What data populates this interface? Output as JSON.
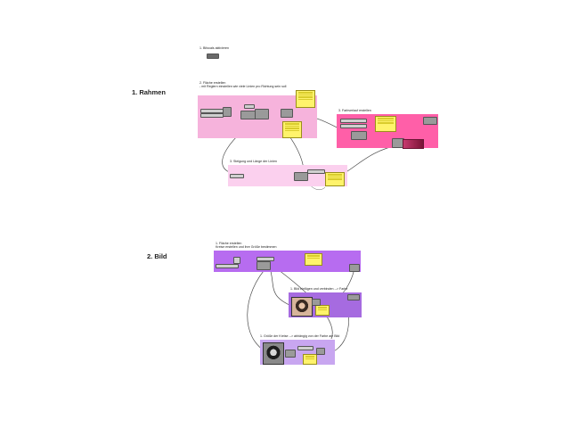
{
  "sections": {
    "rahmen": {
      "title": "1. Rahmen"
    },
    "bild": {
      "title": "2. Bild"
    }
  },
  "notes": {
    "bifocals": "1. Bifocals aktivieren",
    "flaeche_1": "2. Fläche erstellen",
    "flaeche_2": "- mit Reglern einstellen wie viele Linien pro Richtung sein soll",
    "farbverlauf": "3. Farbverlauf erstellen",
    "steigung": "3. Steigung und Länge der Linien",
    "bild_flaeche_1": "1. Fläche erstellen",
    "bild_flaeche_2": "Kreise erstellen und ihre Größe bestimmen",
    "bild_einfuegen": "1. Bild einfügen und verbinden --> Farbe",
    "kreise_groesse": "1. Größe der Kreise --> abhängig von der Farbe am Bild"
  },
  "colors": {
    "group_pink": "#f6b3dc",
    "group_magenta": "#ff5fa8",
    "group_light_pink": "#fbd0ee",
    "group_violet": "#b76cf0",
    "group_purple": "#a66be0",
    "group_lavender": "#c8a6f0",
    "panel_yellow": "#fff36b",
    "node_grey": "#9a9a9a",
    "wire": "#4a4a4a"
  },
  "icons": {
    "bifocals": "bifocals-widget-icon",
    "image_portrait_color": "image-sampler-color-icon",
    "image_portrait_bw": "image-sampler-bw-icon",
    "gradient": "gradient-bar-icon"
  }
}
